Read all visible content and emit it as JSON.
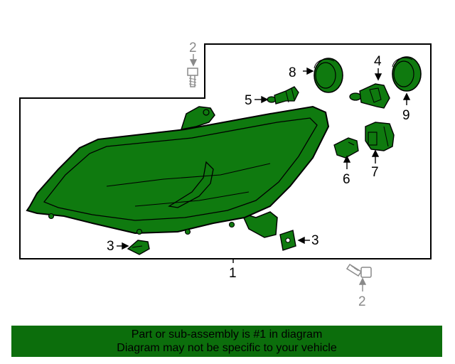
{
  "colors": {
    "part_fill": "#0f7a0f",
    "part_stroke": "#000000",
    "secondary_part": "#8a8a8a",
    "banner_bg": "#0c6e0c"
  },
  "callouts": {
    "headlamp": "1",
    "bolt_top": "2",
    "bolt_bottom": "2",
    "bracket_left": "3",
    "bracket_right": "3",
    "bulb_socket": "4",
    "bulb_small": "5",
    "socket_6": "6",
    "socket_7": "7",
    "cap_8": "8",
    "cap_9": "9"
  },
  "banner": {
    "line1": "Part or sub-assembly is #1 in diagram",
    "line2": "Diagram may not be specific to your vehicle"
  }
}
